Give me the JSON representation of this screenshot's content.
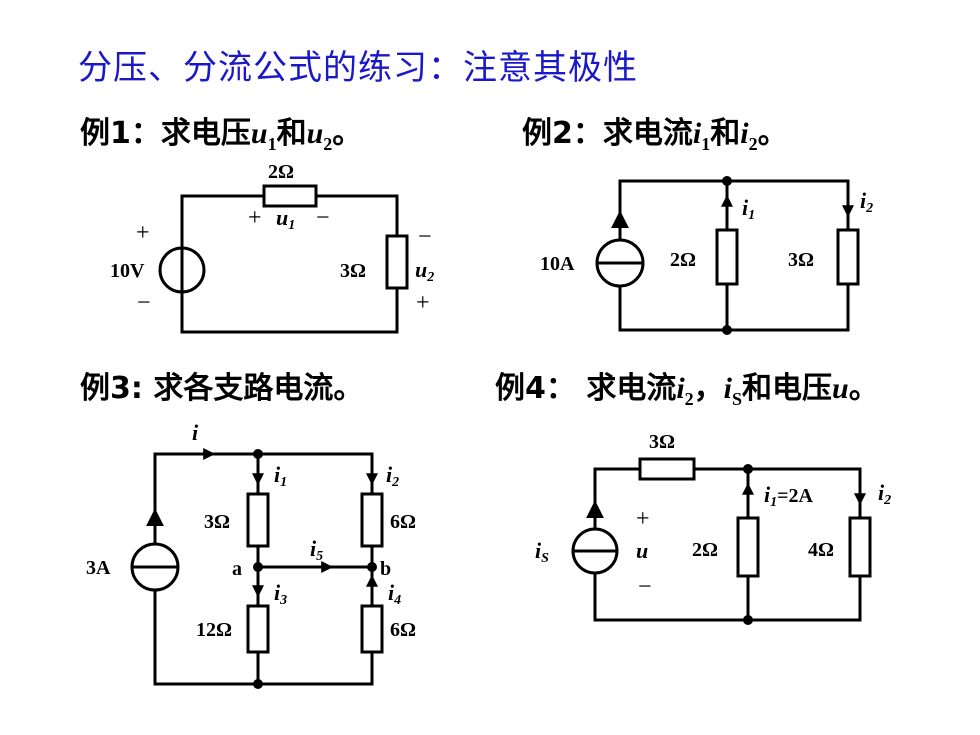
{
  "title": "分压、分流公式的练习：注意其极性",
  "ex1": {
    "prefix": "例1：求电压",
    "v1": "u",
    "s1": "1",
    "mid": "和",
    "v2": "u",
    "s2": "2",
    "end": "。",
    "r_top": "2Ω",
    "u1_plus": "+",
    "u1_var": "u",
    "u1_sub": "1",
    "u1_minus": "−",
    "src": "10V",
    "src_plus": "+",
    "src_minus": "−",
    "r_right": "3Ω",
    "u2_minus": "−",
    "u2_var": "u",
    "u2_sub": "2",
    "u2_plus": "+"
  },
  "ex2": {
    "prefix": "例2：求电流",
    "v1": "i",
    "s1": "1",
    "mid": "和",
    "v2": "i",
    "s2": "2",
    "end": "。",
    "src": "10A",
    "r1": "2Ω",
    "r2": "3Ω",
    "i1": "i",
    "i1_sub": "1",
    "i2": "i",
    "i2_sub": "2"
  },
  "ex3": {
    "text": "例3: 求各支路电流。",
    "src": "3A",
    "i": "i",
    "i1": "i",
    "i1_sub": "1",
    "i2": "i",
    "i2_sub": "2",
    "i3": "i",
    "i3_sub": "3",
    "i4": "i",
    "i4_sub": "4",
    "i5": "i",
    "i5_sub": "5",
    "r1": "3Ω",
    "r2": "6Ω",
    "r3": "12Ω",
    "r4": "6Ω",
    "node_a": "a",
    "node_b": "b"
  },
  "ex4": {
    "prefix": "例4： 求电流",
    "v1": "i",
    "s1": "2",
    "sep": "，",
    "v2": "i",
    "s2": "S",
    "mid": "和电压",
    "v3": "u",
    "end": "。",
    "r_top": "3Ω",
    "src_var": "i",
    "src_sub": "S",
    "u_plus": "+",
    "u_var": "u",
    "u_minus": "−",
    "r1": "2Ω",
    "r2": "4Ω",
    "i1_label": "i",
    "i1_sub": "1",
    "i1_val": "=2A",
    "i2": "i",
    "i2_sub": "2"
  }
}
